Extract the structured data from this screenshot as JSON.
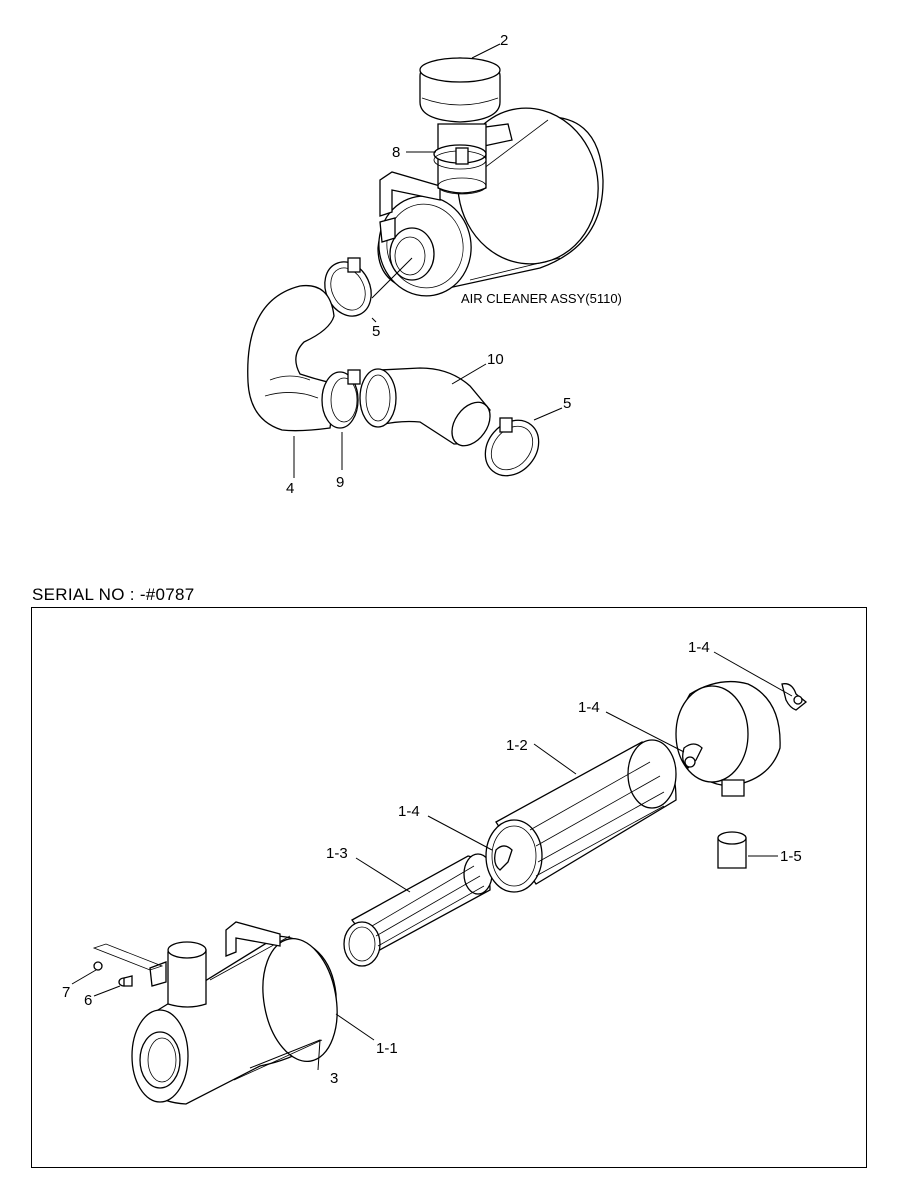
{
  "assembly_label": "AIR CLEANER ASSY(5110)",
  "serial_label": "SERIAL NO : -#0787",
  "callouts": {
    "c2": "2",
    "c8": "8",
    "c5a": "5",
    "c10": "10",
    "c5b": "5",
    "c4": "4",
    "c9": "9",
    "c1_4a": "1-4",
    "c1_4b": "1-4",
    "c1_2": "1-2",
    "c1_4c": "1-4",
    "c1_3": "1-3",
    "c1_5": "1-5",
    "c7": "7",
    "c6": "6",
    "c1_1": "1-1",
    "c3": "3"
  }
}
